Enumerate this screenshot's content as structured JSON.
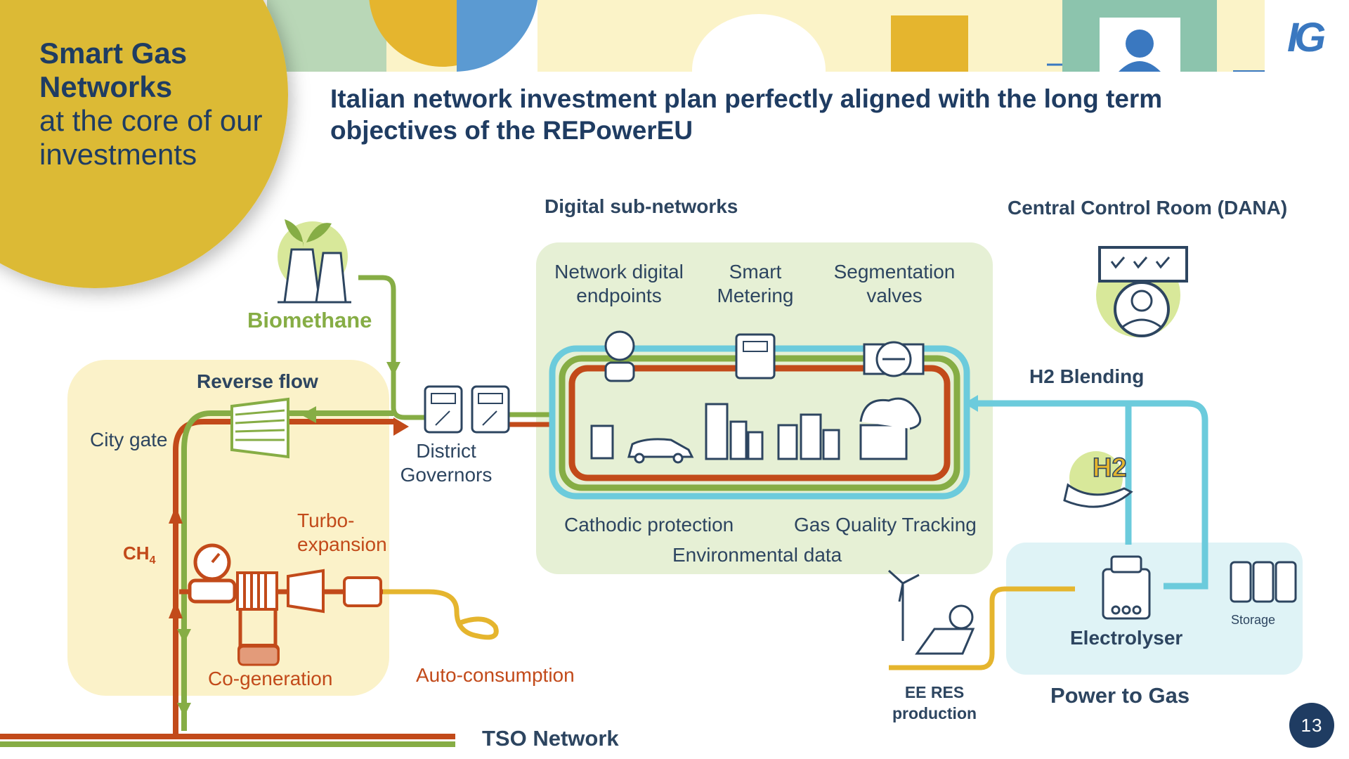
{
  "header": {
    "section_title_bold": "Smart Gas Networks",
    "section_title_rest": "at the core of our investments",
    "page_title": "Italian network investment plan perfectly aligned with the long term objectives of the REPowerEU",
    "logo_text": "IG",
    "page_number": "13"
  },
  "diagram": {
    "biomethane": "Biomethane",
    "reverse_flow": "Reverse flow",
    "city_gate": "City gate",
    "ch4": "CH",
    "ch4_sub": "4",
    "turbo_expansion": [
      "Turbo-",
      "expansion"
    ],
    "co_generation": "Co-generation",
    "auto_consumption": "Auto-consumption",
    "tso_network": "TSO Network",
    "district_governors": [
      "District",
      "Governors"
    ],
    "digital_subnetworks": "Digital sub-networks",
    "network_digital_endpoints": [
      "Network digital",
      "endpoints"
    ],
    "smart_metering": [
      "Smart",
      "Metering"
    ],
    "segmentation_valves": [
      "Segmentation",
      "valves"
    ],
    "cathodic_protection": "Cathodic protection",
    "gas_quality_tracking": "Gas Quality Tracking",
    "environmental_data": "Environmental data",
    "central_control_room": "Central Control Room (DANA)",
    "h2_blending": "H2 Blending",
    "electrolyser": "Electrolyser",
    "storage": "Storage",
    "power_to_gas": "Power to Gas",
    "ee_res_production": [
      "EE RES",
      "production"
    ]
  },
  "colors": {
    "navy": "#1f3c62",
    "red_gas": "#c24a1a",
    "green_gas": "#86ad45",
    "cyan_h2": "#6ccbdc",
    "yellow": "#e5b52e",
    "panel_yellow": "#fbf2c9",
    "panel_green": "#e6f0d5",
    "panel_cyan": "#dff3f6",
    "circle_gold": "#dcba35"
  }
}
